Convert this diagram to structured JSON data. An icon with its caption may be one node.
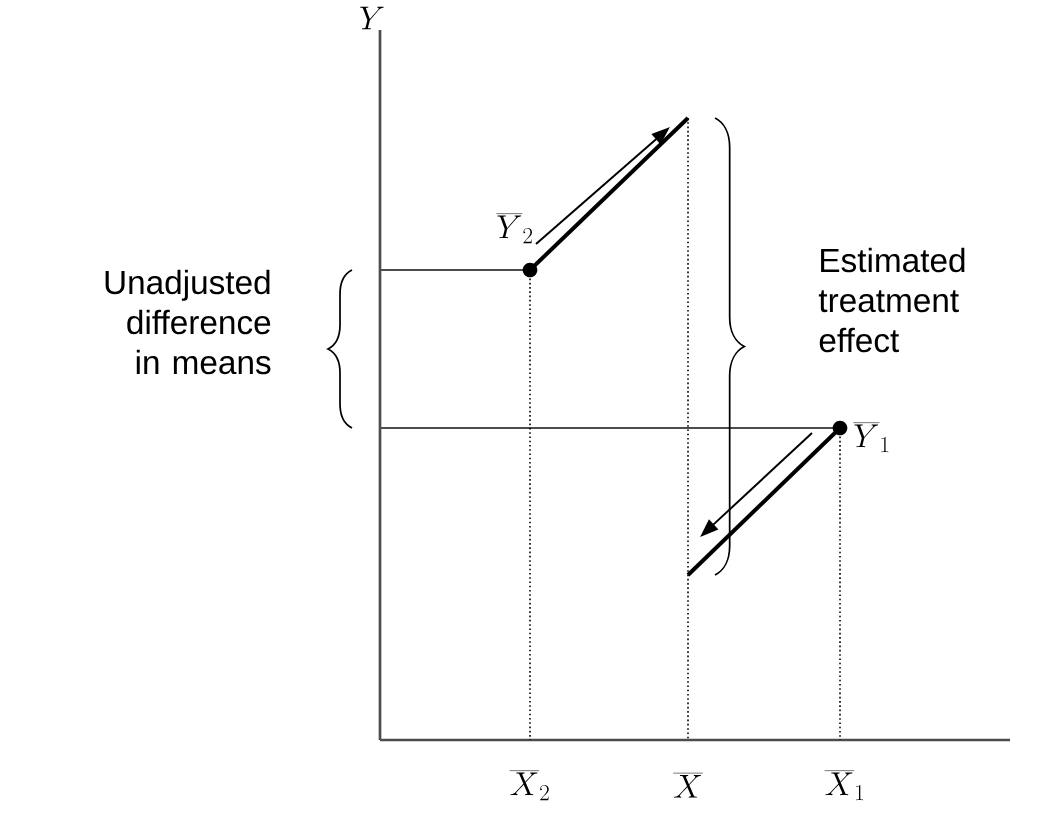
{
  "diagram": {
    "labels": [
      "Y",
      "\\overline{Y}_2",
      "\\overline{Y}_1",
      "Unadjusted difference in means",
      "Estimated treatment effect",
      "\\overline{X}_2",
      "\\overline{X}",
      "\\overline{X}_1"
    ]
  }
}
